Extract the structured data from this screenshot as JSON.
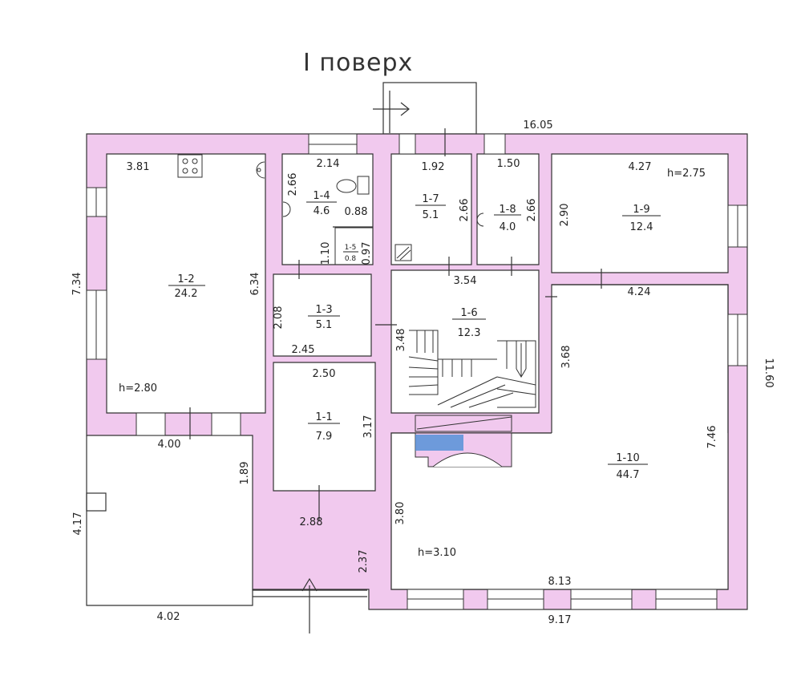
{
  "title": "I поверх",
  "colors": {
    "wall": "#f1c9ee",
    "line": "#333333",
    "glass": "#4c8fd6"
  },
  "overall": {
    "top": "16.05",
    "right": "11.60"
  },
  "rooms": [
    {
      "id": "1-2",
      "area": "24.2",
      "height": "h=2.80"
    },
    {
      "id": "1-3",
      "area": "5.1"
    },
    {
      "id": "1-4",
      "area": "4.6"
    },
    {
      "id": "1-5",
      "area": "0.8"
    },
    {
      "id": "1-7",
      "area": "5.1"
    },
    {
      "id": "1-8",
      "area": "4.0"
    },
    {
      "id": "1-9",
      "area": "12.4",
      "height": "h=2.75"
    },
    {
      "id": "1-6",
      "area": "12.3"
    },
    {
      "id": "1-1",
      "area": "7.9"
    },
    {
      "id": "1-10",
      "area": "44.7",
      "height": "h=3.10"
    }
  ],
  "dims": {
    "r12_top": "3.81",
    "r12_left": "7.34",
    "r12_right": "6.34",
    "r12_bottom": "4.00",
    "r14_top": "2.14",
    "r14_left": "2.66",
    "r14_right": "0.88",
    "r15_left": "1.10",
    "r15_right": "0.97",
    "r17_top": "1.92",
    "r17_right": "2.66",
    "r18_top": "1.50",
    "r18_right": "2.66",
    "r19_top": "4.27",
    "r19_left": "2.90",
    "r19_bottom": "4.24",
    "r13_left": "2.08",
    "r13_bottom": "2.45",
    "r16_top": "3.54",
    "r16_left": "3.48",
    "r16_right": "3.68",
    "r11_top": "2.50",
    "r11_right": "3.17",
    "r11_bottom": "2.88",
    "r110_left": "3.80",
    "r110_right": "7.46",
    "r110_bottom": "8.13",
    "terrace_left": "4.17",
    "terrace_bottom": "4.02",
    "terrace_right": "1.89",
    "step": "2.37",
    "bottom_total": "9.17"
  }
}
